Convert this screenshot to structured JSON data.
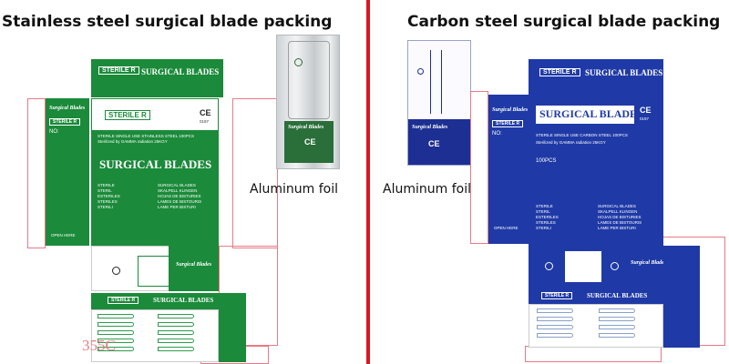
{
  "headings": {
    "left": "Stainless steel surgical blade packing",
    "right": "Carbon steel  surgical blade packing"
  },
  "foil_labels": {
    "left": "Aluminum foil",
    "right": "Aluminum foil"
  },
  "stainless_box": {
    "sterile_r": "STERILE R",
    "title": "SURGICAL BLADES",
    "brand_script": "Surgical Blades",
    "no_label": "NO:",
    "ce": "CE",
    "ce_number": "0197",
    "single_use": "STERILE SINGLE USE STAINLESS STEEL 100PCS",
    "sterilized": "Sterilized by GAMMA radiation 25KGY",
    "languages_left": [
      "STERILE",
      "STERIL",
      "ESTERILES",
      "STERILES",
      "STERILI"
    ],
    "languages_right": [
      "SURGICAL BLADES",
      "SKALPELL KLINGEN",
      "HOJAS DE BISTURIES",
      "LAMES DE BISTOURIS",
      "LAME PER BISTURI"
    ],
    "open_here": "OPEN HERE",
    "pantone": "355C"
  },
  "carbon_box": {
    "sterile_r": "STERILE R",
    "title": "SURGICAL BLADES",
    "brand_script": "Surgical Blades",
    "no_label": "NO:",
    "ce": "CE",
    "ce_number": "0197",
    "single_use": "STERILE SINGLE USE CARBON STEEL 100PCS",
    "sterilized": "Sterilized by GAMMA radiation 25KGY",
    "count": "100PCS",
    "languages_left": [
      "STERILE",
      "STERIL",
      "ESTERILES",
      "STERILES",
      "STERILI"
    ],
    "languages_right": [
      "SURGICAL BLADES",
      "SKALPELL KLINGEN",
      "HOJAS DE BISTURIES",
      "LAMES DE BISTOURIS",
      "LAME PER BISTURI"
    ],
    "open_here": "OPEN HERE"
  },
  "colors": {
    "divider": "#d71920",
    "stainless_green": "#1b8a3a",
    "carbon_blue": "#1f3aa6",
    "dieline": "#e87a85"
  }
}
